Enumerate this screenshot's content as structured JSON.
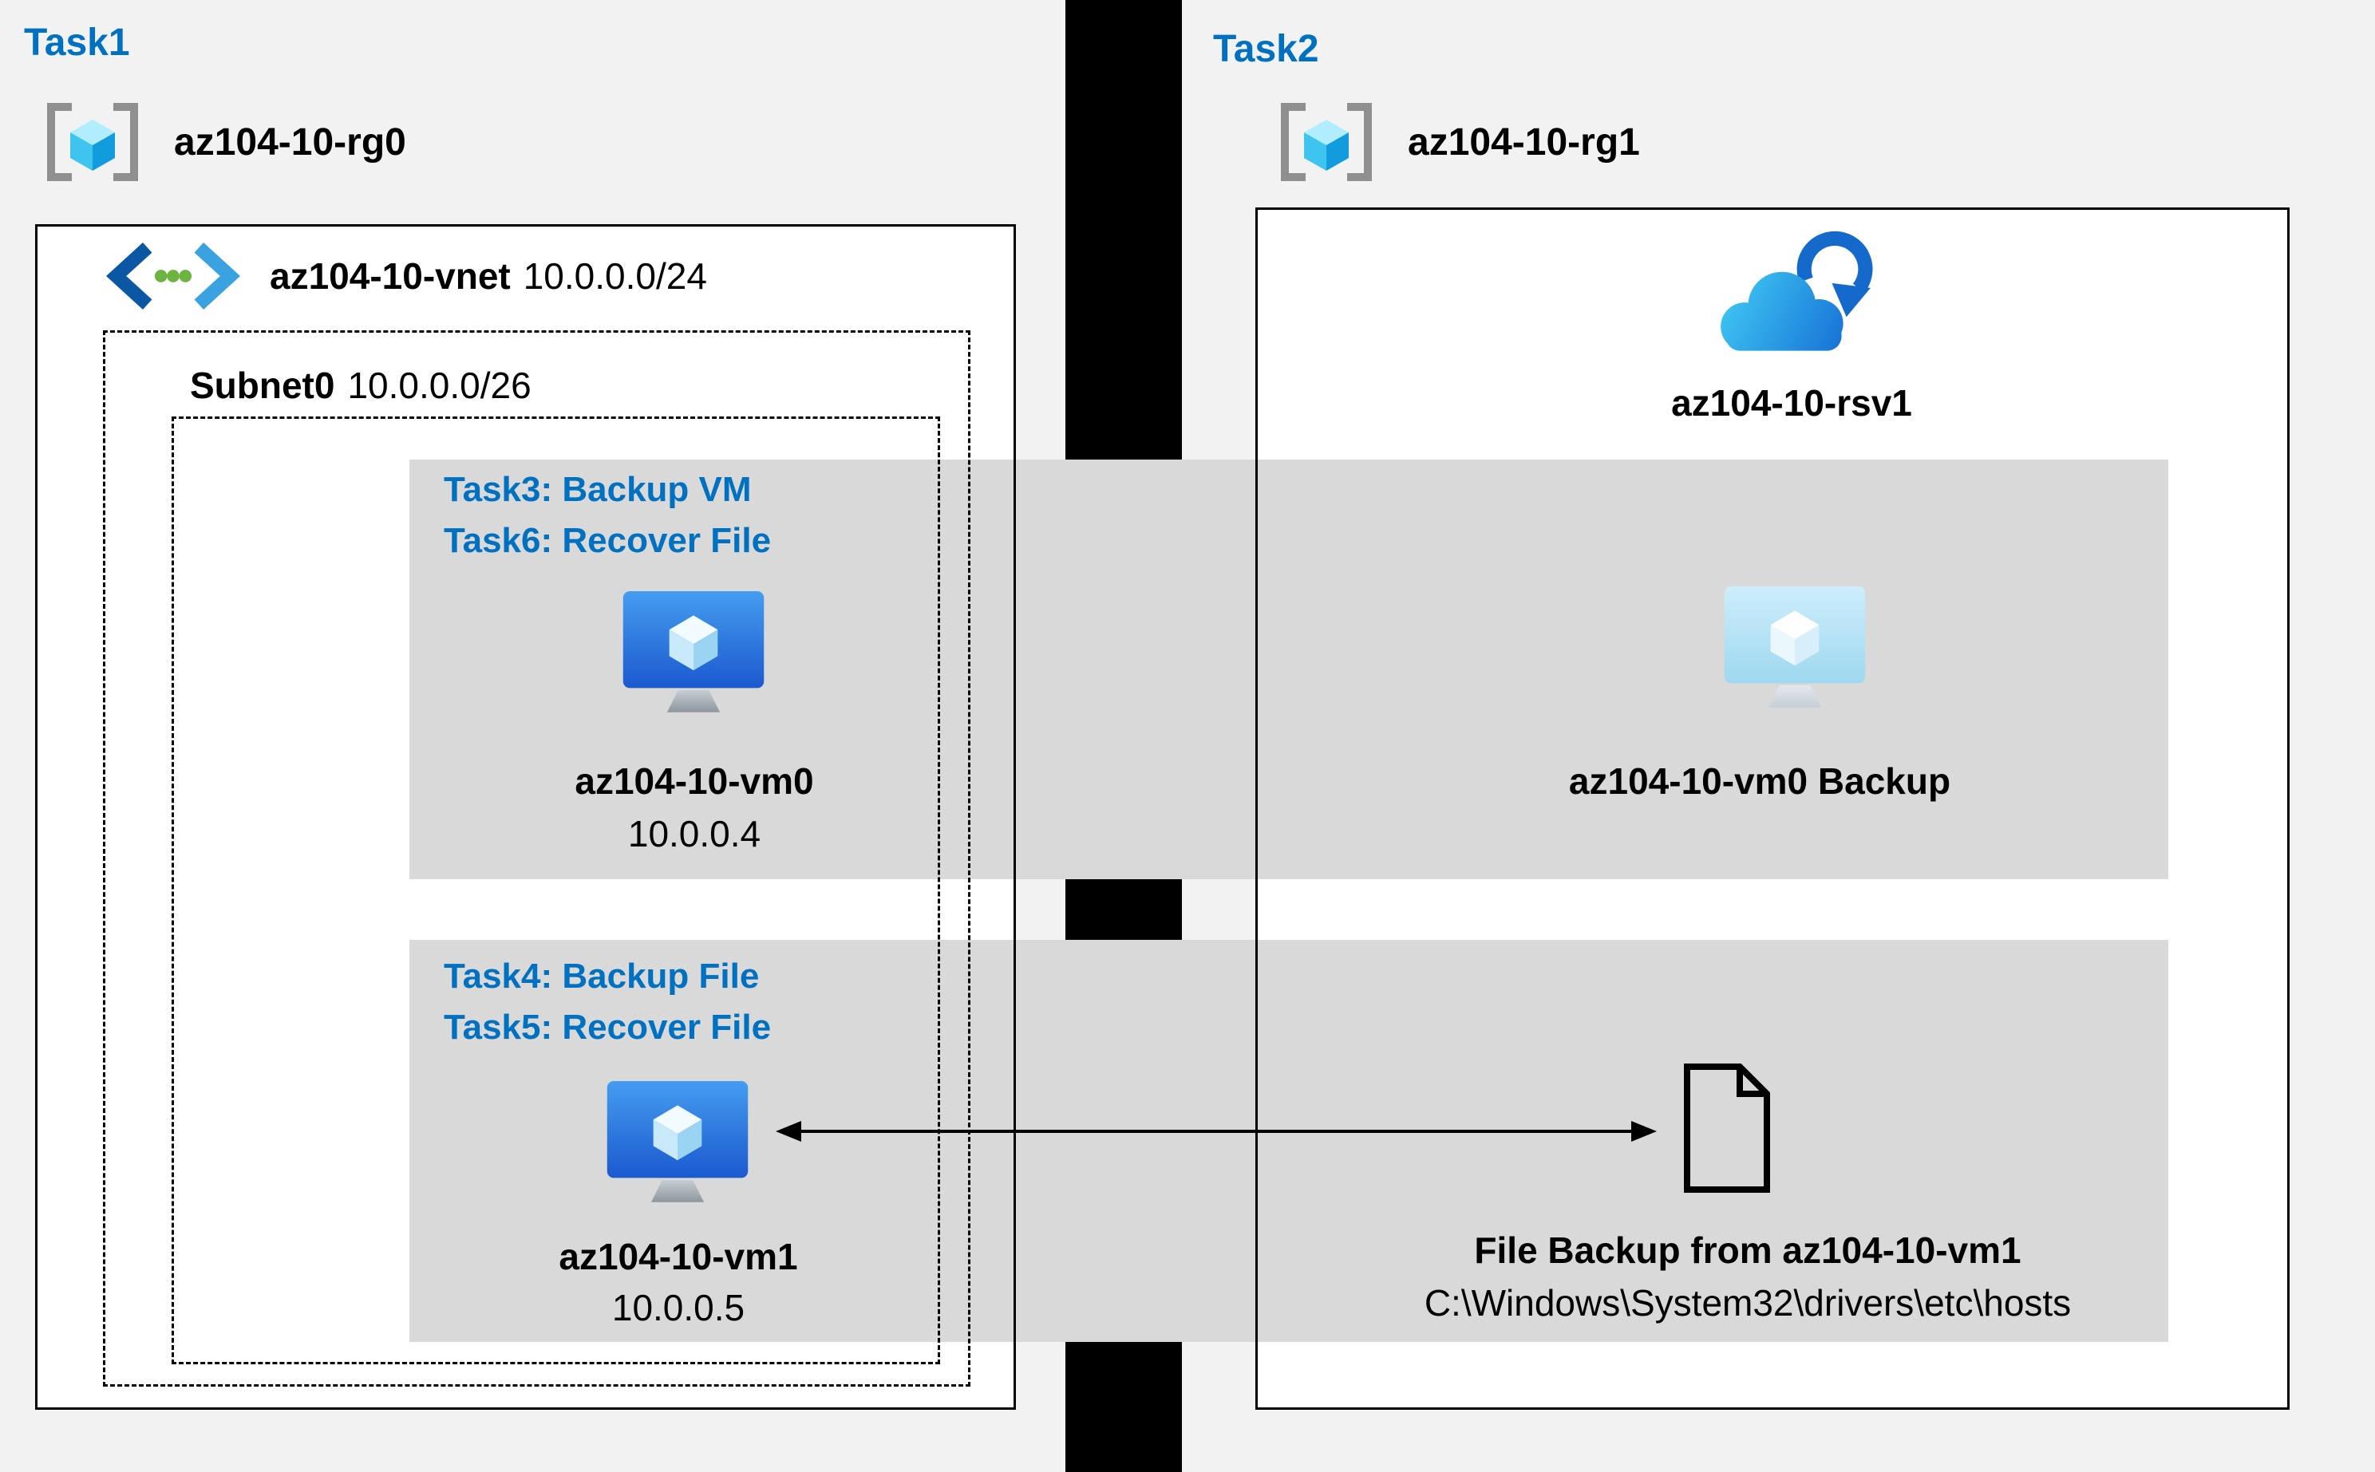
{
  "colors": {
    "accent_blue": "#0070C0",
    "band_gray": "#D9D9D9",
    "page_bg": "#F2F2F2",
    "divider_black": "#000000",
    "box_white": "#FFFFFF"
  },
  "left": {
    "task_label": "Task1",
    "resource_group": "az104-10-rg0",
    "vnet": {
      "name": "az104-10-vnet",
      "cidr": "10.0.0.0/24"
    },
    "subnet": {
      "name": "Subnet0",
      "cidr": "10.0.0.0/26"
    },
    "vm0": {
      "task_lines": [
        "Task3: Backup VM",
        "Task6: Recover File"
      ],
      "name": "az104-10-vm0",
      "ip": "10.0.0.4"
    },
    "vm1": {
      "task_lines": [
        "Task4: Backup File",
        "Task5: Recover File"
      ],
      "name": "az104-10-vm1",
      "ip": "10.0.0.5"
    }
  },
  "right": {
    "task_label": "Task2",
    "resource_group": "az104-10-rg1",
    "vault_name": "az104-10-rsv1",
    "vm0_backup_label": "az104-10-vm0 Backup",
    "file_backup": {
      "title": "File Backup from az104-10-vm1",
      "path": "C:\\Windows\\System32\\drivers\\etc\\hosts"
    }
  },
  "icons": {
    "resource_group": "resource-group-icon",
    "vnet": "virtual-network-icon",
    "vm": "virtual-machine-icon",
    "vault": "recovery-services-vault-icon",
    "file": "file-document-icon",
    "arrow": "double-headed-arrow-icon"
  }
}
